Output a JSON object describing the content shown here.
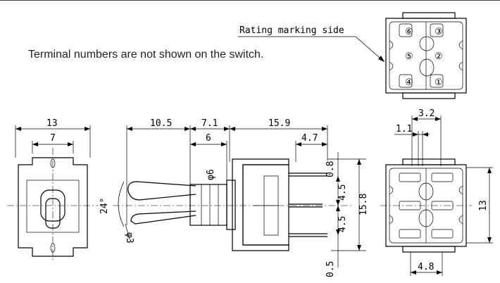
{
  "note": "Terminal numbers are not shown on the switch.",
  "rating_label": "Rating marking side",
  "terminals": [
    "⑥",
    "③",
    "⑤",
    "②",
    "④",
    "①"
  ],
  "front_view": {
    "width": "13",
    "inner_width": "7"
  },
  "side_view": {
    "lever": "10.5",
    "bushing": "7.1",
    "body": "15.9",
    "bushing_inner": "6",
    "terminal": "4.7",
    "thread": "φ6",
    "angle": "24°",
    "tip": "φ3",
    "gap_top": "0.8",
    "pitch_upper": "4.5",
    "pitch_lower": "4.5",
    "height": "15.8",
    "gap_bottom": "0.5"
  },
  "bottom_view": {
    "pitch_x": "3.2",
    "offset": "1.1",
    "height": "13",
    "spacing": "4.8"
  }
}
